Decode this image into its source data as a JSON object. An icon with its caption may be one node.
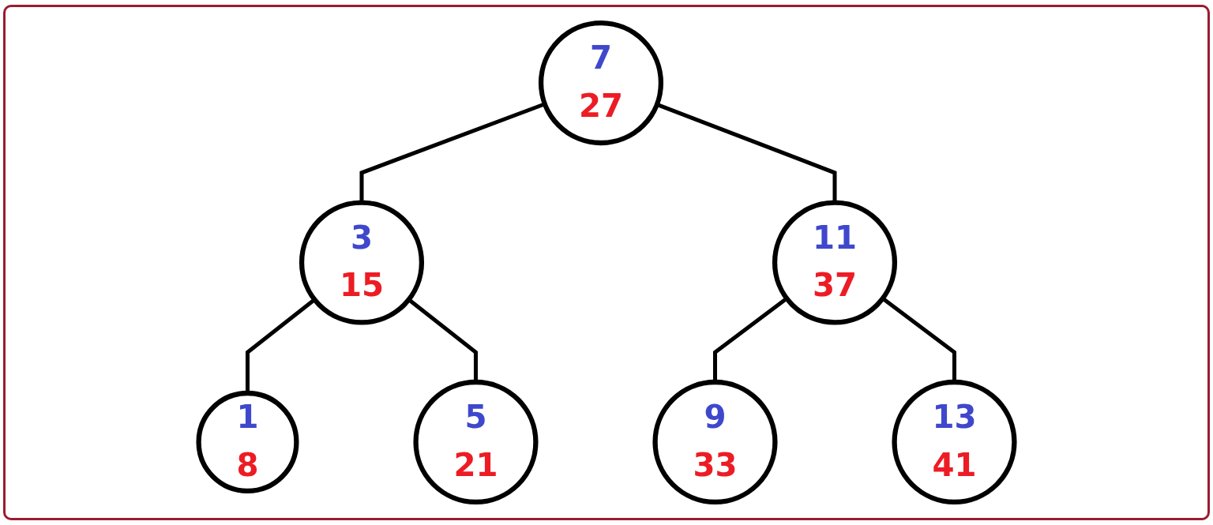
{
  "diagram": {
    "nodes": [
      {
        "text": [
          "7",
          "27"
        ]
      },
      {
        "text": [
          "3",
          "15"
        ]
      },
      {
        "text": [
          "11",
          "37"
        ]
      },
      {
        "text": [
          "1",
          "8"
        ]
      },
      {
        "text": [
          "5",
          "21"
        ]
      },
      {
        "text": [
          "9",
          "33"
        ]
      },
      {
        "text": [
          "13",
          "41"
        ]
      }
    ],
    "edges": [
      {
        "from": 0,
        "to": 1,
        "arrow": "none"
      },
      {
        "from": 0,
        "to": 2,
        "arrow": "none"
      },
      {
        "from": 1,
        "to": 3,
        "arrow": "none"
      },
      {
        "from": 1,
        "to": 4,
        "arrow": "none"
      },
      {
        "from": 2,
        "to": 5,
        "arrow": "none"
      },
      {
        "from": 2,
        "to": 6,
        "arrow": "none"
      }
    ]
  }
}
